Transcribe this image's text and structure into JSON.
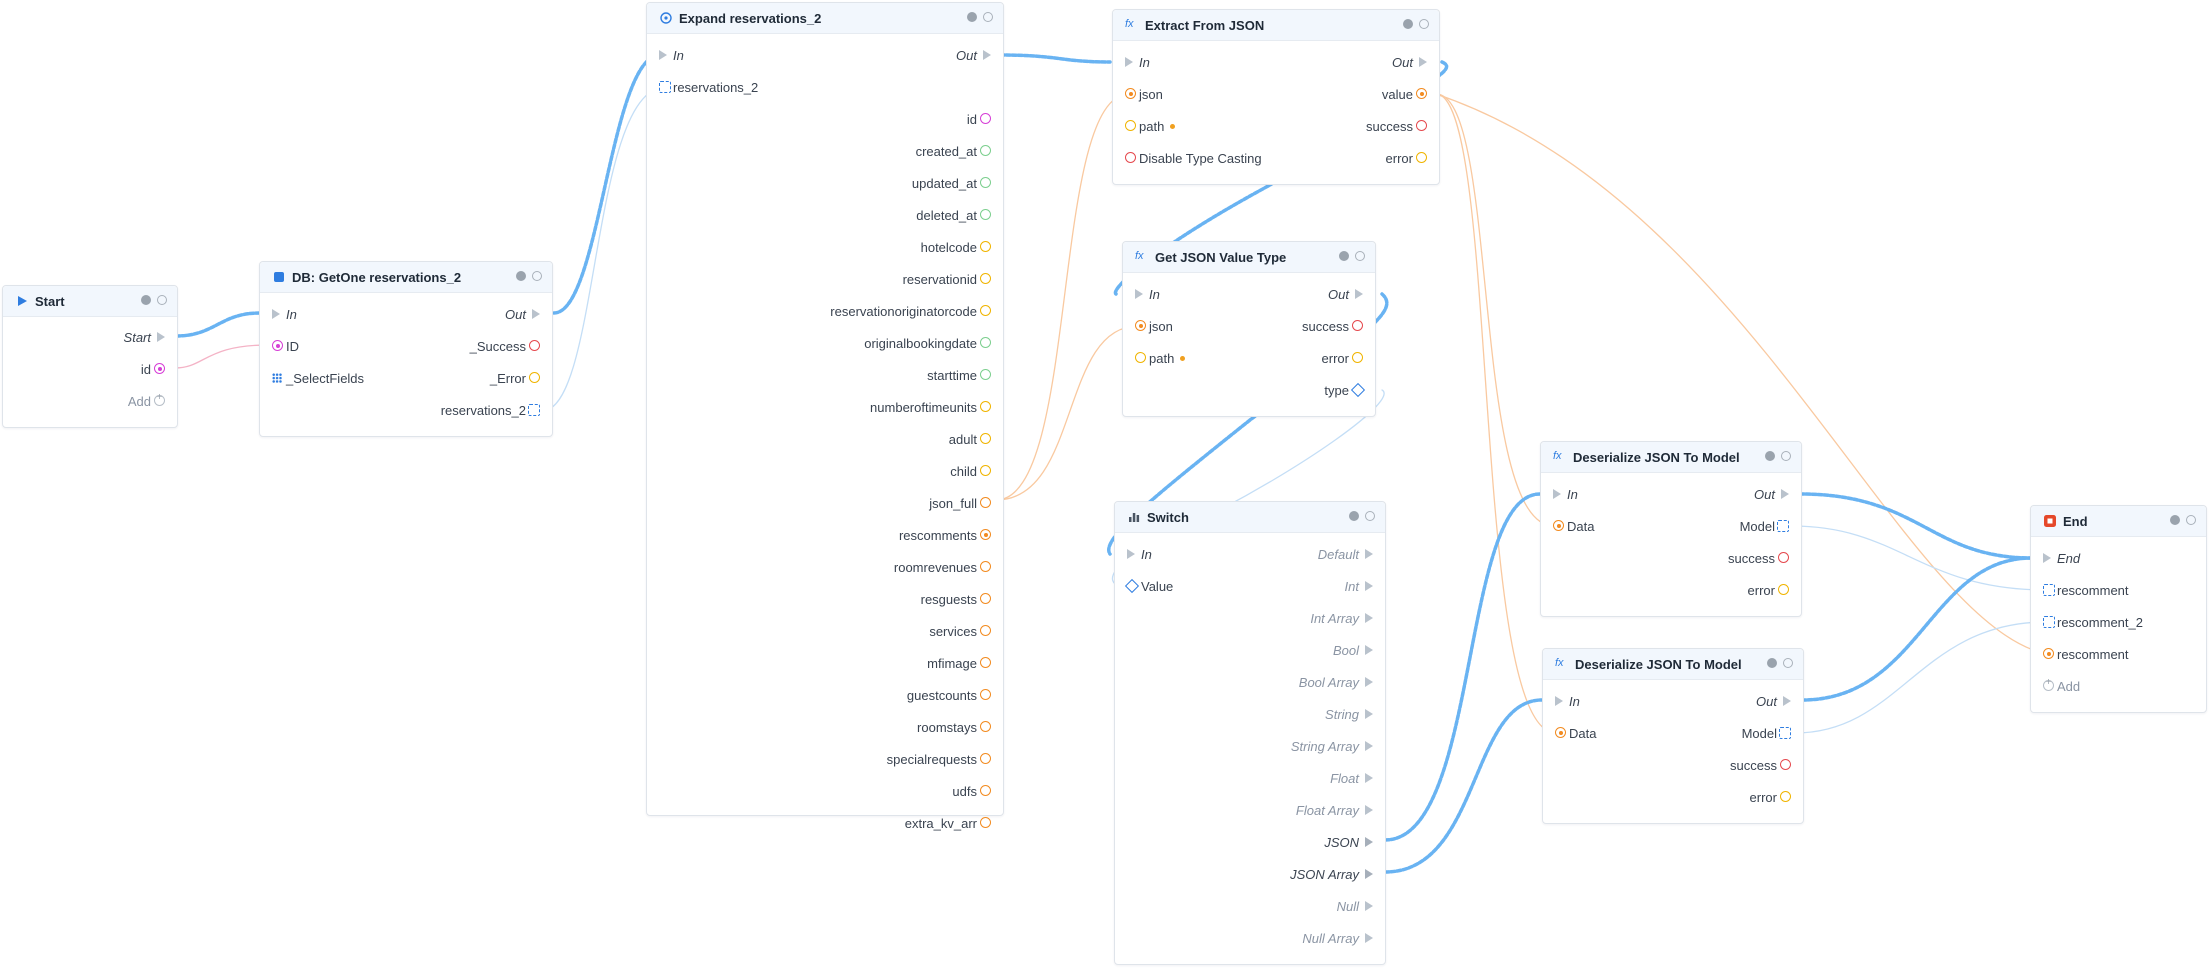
{
  "nodes": {
    "start": {
      "title": "Start",
      "out_label": "Start",
      "out_id": "id",
      "add_label": "Add"
    },
    "getone": {
      "title": "DB: GetOne reservations_2",
      "in_label": "In",
      "out_label": "Out",
      "in_id": "ID",
      "in_fields": "_SelectFields",
      "out_success": "_Success",
      "out_error": "_Error",
      "out_result": "reservations_2"
    },
    "expand": {
      "title": "Expand reservations_2",
      "in_label": "In",
      "out_label": "Out",
      "in_obj": "reservations_2",
      "fields": [
        "id",
        "created_at",
        "updated_at",
        "deleted_at",
        "hotelcode",
        "reservationid",
        "reservationoriginatorcode",
        "originalbookingdate",
        "starttime",
        "numberoftimeunits",
        "adult",
        "child",
        "json_full",
        "rescomments",
        "roomrevenues",
        "resguests",
        "services",
        "mfimage",
        "guestcounts",
        "roomstays",
        "specialrequests",
        "udfs",
        "extra_kv_arr"
      ]
    },
    "extract": {
      "title": "Extract From JSON",
      "in_label": "In",
      "out_label": "Out",
      "in_json": "json",
      "in_path": "path",
      "in_cast": "Disable Type Casting",
      "out_value": "value",
      "out_success": "success",
      "out_error": "error"
    },
    "gettype": {
      "title": "Get JSON Value Type",
      "in_label": "In",
      "out_label": "Out",
      "in_json": "json",
      "in_path": "path",
      "out_success": "success",
      "out_error": "error",
      "out_type": "type"
    },
    "switch": {
      "title": "Switch",
      "in_label": "In",
      "in_value": "Value",
      "cases": [
        "Default",
        "Int",
        "Int Array",
        "Bool",
        "Bool Array",
        "String",
        "String Array",
        "Float",
        "Float Array",
        "JSON",
        "JSON Array",
        "Null",
        "Null Array"
      ]
    },
    "deser1": {
      "title": "Deserialize JSON To Model",
      "in_label": "In",
      "out_label": "Out",
      "in_data": "Data",
      "out_model": "Model",
      "out_success": "success",
      "out_error": "error"
    },
    "deser2": {
      "title": "Deserialize JSON To Model",
      "in_label": "In",
      "out_label": "Out",
      "in_data": "Data",
      "out_model": "Model",
      "out_success": "success",
      "out_error": "error"
    },
    "end": {
      "title": "End",
      "in_label": "End",
      "in_1": "rescomment",
      "in_2": "rescomment_2",
      "in_3": "rescomment",
      "add_label": "Add"
    }
  },
  "colors": {
    "flow_wire": "#69b3f2",
    "data_wire_blue": "#b9dbf7",
    "data_wire_orange": "#f9c79a",
    "header_bg": "#f2f7fd",
    "accent_blue": "#2f7de0",
    "end_red": "#e5482a"
  },
  "icons": {
    "start": "play-icon",
    "getone": "database-icon",
    "expand": "expand-icon",
    "function": "fx-icon",
    "switch": "switch-icon",
    "end": "stop-icon"
  }
}
